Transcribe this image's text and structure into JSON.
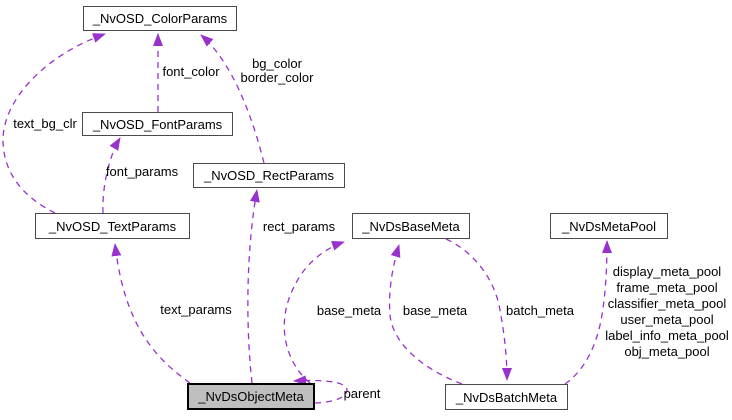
{
  "diagram": {
    "kind": "collaboration-graph",
    "highlighted_node": "_NvDsObjectMeta",
    "colors": {
      "background": "#ffffff",
      "edge": "#9932cc",
      "node_fill": "#ffffff",
      "node_border": "#4a4a4a",
      "highlight_fill": "#bfbfbf",
      "highlight_border": "#000000",
      "text": "#000000"
    },
    "nodes": [
      {
        "label": "_NvOSD_ColorParams",
        "highlighted": false
      },
      {
        "label": "_NvOSD_FontParams",
        "highlighted": false
      },
      {
        "label": "_NvOSD_RectParams",
        "highlighted": false
      },
      {
        "label": "_NvOSD_TextParams",
        "highlighted": false
      },
      {
        "label": "_NvDsBaseMeta",
        "highlighted": false
      },
      {
        "label": "_NvDsMetaPool",
        "highlighted": false
      },
      {
        "label": "_NvDsObjectMeta",
        "highlighted": true
      },
      {
        "label": "_NvDsBatchMeta",
        "highlighted": false
      }
    ],
    "edges": [
      {
        "from": "_NvOSD_TextParams",
        "to": "_NvOSD_ColorParams",
        "label": "text_bg_clr"
      },
      {
        "from": "_NvOSD_FontParams",
        "to": "_NvOSD_ColorParams",
        "label": "font_color"
      },
      {
        "from": "_NvOSD_RectParams",
        "to": "_NvOSD_ColorParams",
        "label": "bg_color\nborder_color"
      },
      {
        "from": "_NvOSD_TextParams",
        "to": "_NvOSD_FontParams",
        "label": "font_params"
      },
      {
        "from": "_NvDsObjectMeta",
        "to": "_NvOSD_RectParams",
        "label": "rect_params"
      },
      {
        "from": "_NvDsObjectMeta",
        "to": "_NvOSD_TextParams",
        "label": "text_params"
      },
      {
        "from": "_NvDsObjectMeta",
        "to": "_NvDsBaseMeta",
        "label": "base_meta"
      },
      {
        "from": "_NvDsBatchMeta",
        "to": "_NvDsBaseMeta",
        "label": "base_meta"
      },
      {
        "from": "_NvDsBaseMeta",
        "to": "_NvDsBatchMeta",
        "label": "batch_meta"
      },
      {
        "from": "_NvDsBatchMeta",
        "to": "_NvDsMetaPool",
        "label": "display_meta_pool\nframe_meta_pool\nclassifier_meta_pool\nuser_meta_pool\nlabel_info_meta_pool\nobj_meta_pool"
      },
      {
        "from": "_NvDsObjectMeta",
        "to": "_NvDsObjectMeta",
        "label": "parent"
      }
    ]
  }
}
